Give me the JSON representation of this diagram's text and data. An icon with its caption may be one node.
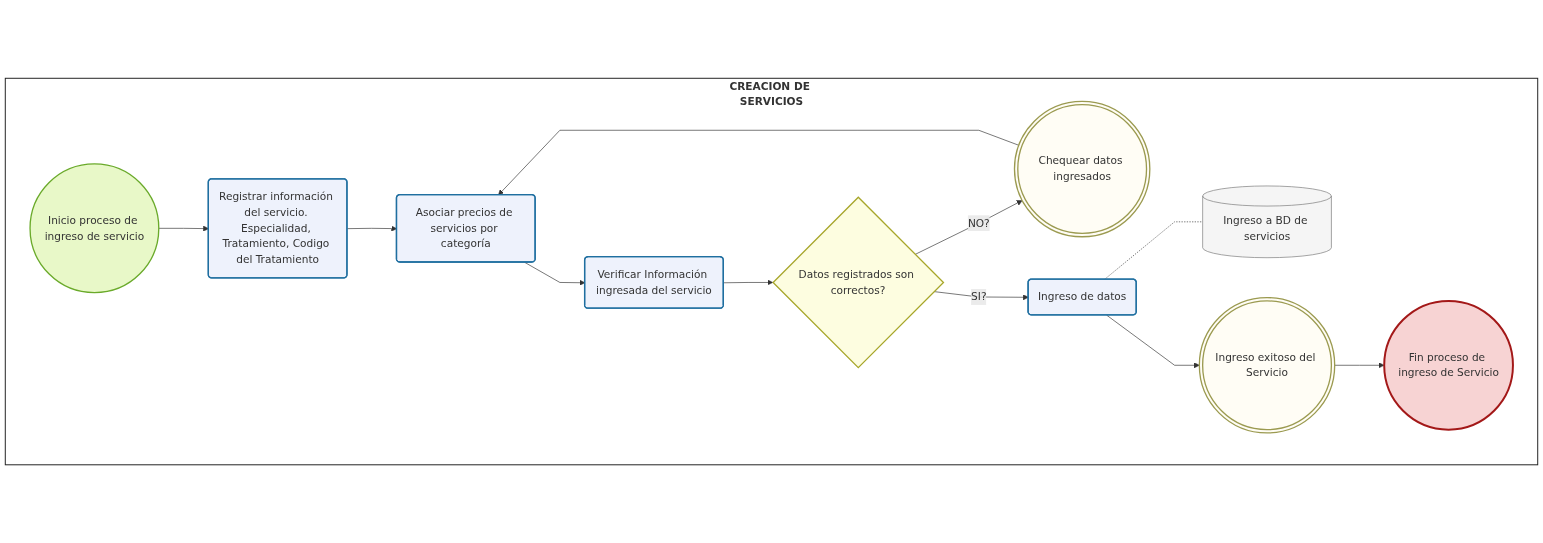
{
  "diagram": {
    "nodes": [
      {
        "text": [
          "CREACION DE SERVICIOS"
        ]
      },
      {
        "text": [
          "Inicio proceso de ingreso de servicio"
        ],
        "in": 0
      },
      {
        "text": [
          "Registrar información del servicio. Especialidad, Tratamiento, Codigo del Tratamiento"
        ],
        "in": 0
      },
      {
        "text": [
          "Asociar precios de servicios por categoría"
        ],
        "in": 0
      },
      {
        "text": [
          "Verificar Información ingresada del servicio"
        ],
        "in": 0
      },
      {
        "text": [
          "Datos registrados son correctos?"
        ],
        "in": 0
      },
      {
        "text": [
          "Chequear datos ingresados"
        ],
        "in": 0
      },
      {
        "text": [
          "Ingreso de datos"
        ],
        "in": 0
      },
      {
        "text": [
          "Ingreso a BD de servicios"
        ],
        "in": 0
      },
      {
        "text": [
          "Ingreso exitoso del Servicio"
        ],
        "in": 0
      },
      {
        "text": [
          "Fin proceso de ingreso de Servicio"
        ],
        "in": 0
      }
    ],
    "edges": [
      {
        "from": 1,
        "to": 2,
        "arrow": "to"
      },
      {
        "from": 2,
        "to": 3,
        "arrow": "to"
      },
      {
        "from": 3,
        "to": 4,
        "arrow": "to"
      },
      {
        "from": 4,
        "to": 5,
        "arrow": "to"
      },
      {
        "from": 5,
        "to": 6,
        "arrow": "to",
        "label": "NO?"
      },
      {
        "from": 6,
        "to": 3,
        "arrow": "to"
      },
      {
        "from": 5,
        "to": 7,
        "arrow": "to",
        "label": "SI?"
      },
      {
        "from": 7,
        "to": 8,
        "arrow": "none",
        "style": "dashed"
      },
      {
        "from": 7,
        "to": 9,
        "arrow": "to"
      },
      {
        "from": 9,
        "to": 10,
        "arrow": "to"
      }
    ]
  }
}
